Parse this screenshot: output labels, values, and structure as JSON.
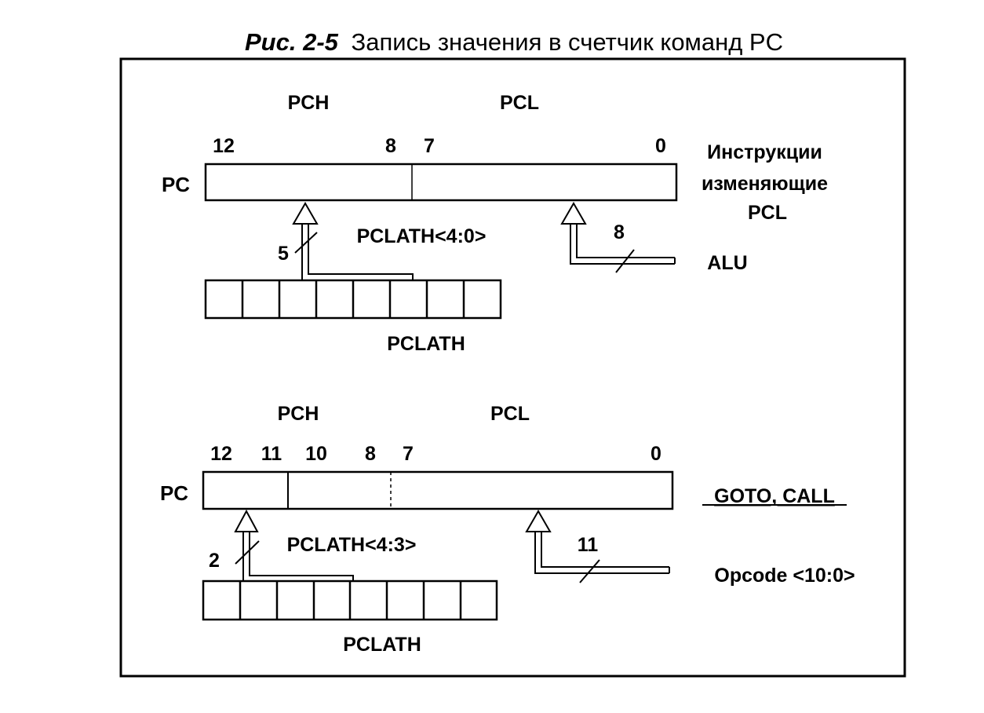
{
  "title": {
    "prefix": "Рис. 2-5",
    "text": "Запись значения в счетчик команд PC"
  },
  "top": {
    "pch_label": "PCH",
    "pcl_label": "PCL",
    "bit_labels": {
      "b12": "12",
      "b8": "8",
      "b7": "7",
      "b0": "0"
    },
    "pc_label": "PC",
    "side_label_lines": [
      "Инструкции",
      "изменяющие",
      "PCL"
    ],
    "bus_width_pclath": "5",
    "pclath_bits_label": "PCLATH<4:0>",
    "bus_width_alu": "8",
    "alu_label": "ALU",
    "pclath_label": "PCLATH"
  },
  "bottom": {
    "pch_label": "PCH",
    "pcl_label": "PCL",
    "bit_labels": {
      "b12": "12",
      "b11": "11",
      "b10": "10",
      "b8": "8",
      "b7": "7",
      "b0": "0"
    },
    "pc_label": "PC",
    "side_label": "GOTO, CALL",
    "bus_width_pclath": "2",
    "pclath_bits_label": "PCLATH<4:3>",
    "bus_width_opcode": "11",
    "opcode_label": "Opcode <10:0>",
    "pclath_label": "PCLATH"
  }
}
